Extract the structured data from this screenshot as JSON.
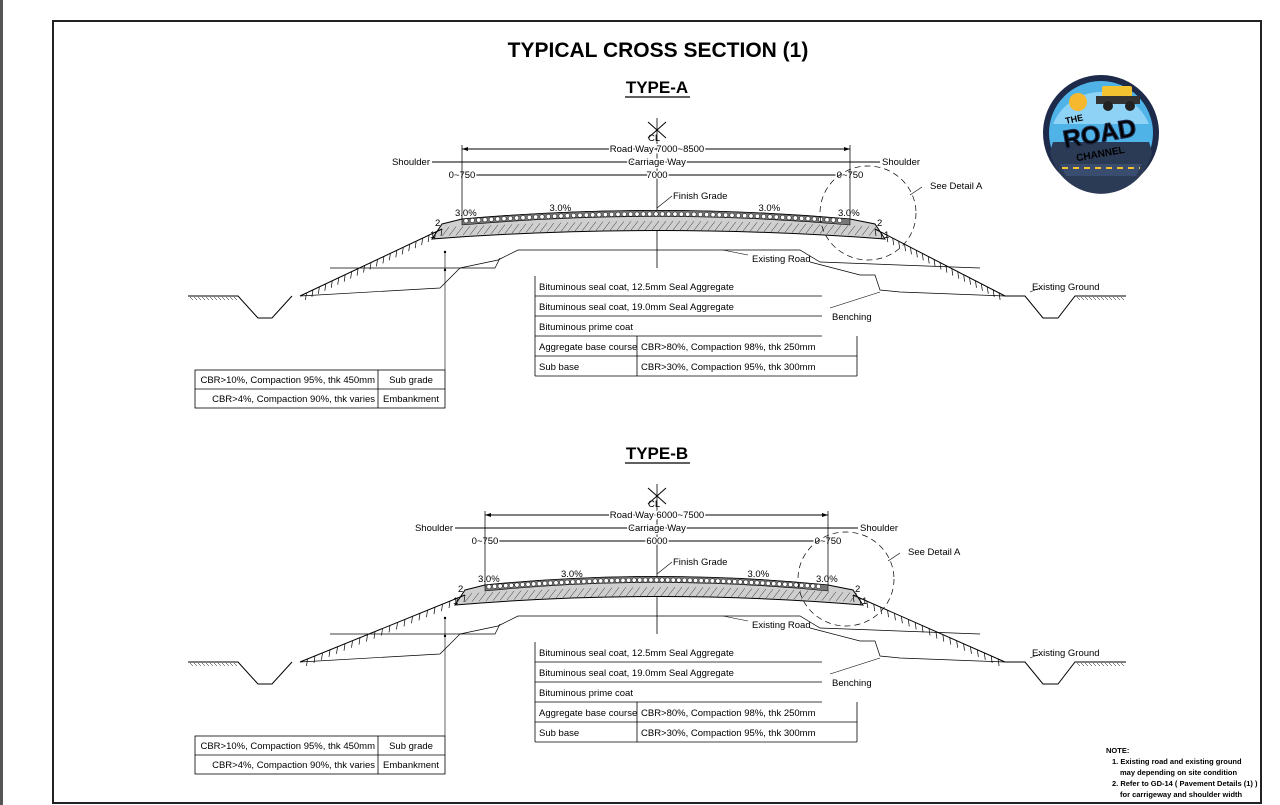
{
  "title": "TYPICAL CROSS SECTION (1)",
  "sections": [
    {
      "type_label": "TYPE-A",
      "roadway": "Road Way 7000~8500",
      "carriageway": "Carriage Way",
      "carriageway_width": "7000",
      "shoulder_left": "Shoulder",
      "shoulder_right": "Shoulder",
      "shoulder_width_left": "0~750",
      "shoulder_width_right": "0~750",
      "slope_left": "3.0%",
      "slope_mid_left": "3.0%",
      "slope_mid_right": "3.0%",
      "slope_right": "3.0%",
      "finish_grade": "Finish Grade",
      "see_detail": "See Detail A",
      "existing_road": "Existing Road",
      "existing_ground": "Existing Ground",
      "benching": "Benching",
      "batter_v": "1",
      "batter_h": "2",
      "pavement_layers": [
        {
          "name": "Bituminous seal coat, 12.5mm Seal Aggregate",
          "spec": ""
        },
        {
          "name": "Bituminous seal coat, 19.0mm Seal Aggregate",
          "spec": ""
        },
        {
          "name": "Bituminous prime coat",
          "spec": ""
        },
        {
          "name": "Aggregate base course",
          "spec": "CBR>80%, Compaction 98%, thk 250mm"
        },
        {
          "name": "Sub base",
          "spec": "CBR>30%, Compaction 95%, thk 300mm"
        }
      ],
      "earthwork_layers": [
        {
          "spec": "CBR>10%, Compaction 95%, thk 450mm",
          "name": "Sub grade"
        },
        {
          "spec": "CBR>4%, Compaction 90%, thk varies",
          "name": "Embankment"
        }
      ]
    },
    {
      "type_label": "TYPE-B",
      "roadway": "Road Way 6000~7500",
      "carriageway": "Carriage Way",
      "carriageway_width": "6000",
      "shoulder_left": "Shoulder",
      "shoulder_right": "Shoulder",
      "shoulder_width_left": "0~750",
      "shoulder_width_right": "0~750",
      "slope_left": "3.0%",
      "slope_mid_left": "3.0%",
      "slope_mid_right": "3.0%",
      "slope_right": "3.0%",
      "finish_grade": "Finish Grade",
      "see_detail": "See Detail A",
      "existing_road": "Existing Road",
      "existing_ground": "Existing Ground",
      "benching": "Benching",
      "batter_v": "1",
      "batter_h": "2",
      "pavement_layers": [
        {
          "name": "Bituminous seal coat, 12.5mm Seal Aggregate",
          "spec": ""
        },
        {
          "name": "Bituminous seal coat, 19.0mm Seal Aggregate",
          "spec": ""
        },
        {
          "name": "Bituminous prime coat",
          "spec": ""
        },
        {
          "name": "Aggregate base course",
          "spec": "CBR>80%, Compaction 98%, thk 250mm"
        },
        {
          "name": "Sub base",
          "spec": "CBR>30%, Compaction 95%, thk 300mm"
        }
      ],
      "earthwork_layers": [
        {
          "spec": "CBR>10%, Compaction 95%, thk 450mm",
          "name": "Sub grade"
        },
        {
          "spec": "CBR>4%, Compaction 90%, thk varies",
          "name": "Embankment"
        }
      ]
    }
  ],
  "centerline": "CL",
  "note": {
    "heading": "NOTE:",
    "items": [
      "1. Existing road and existing ground",
      "may depending on site condition",
      "2. Refer to GD-14 ( Pavement Details (1) )",
      "for carrigeway and shoulder width"
    ]
  },
  "logo": {
    "the": "THE",
    "road": "ROAD",
    "channel": "CHANNEL",
    "colors": {
      "ring": "#1d2a4a",
      "sky": "#4fb3e8",
      "sun": "#f5b82e",
      "road": "#2b3a55",
      "text": "#ffffff",
      "accent": "#f2c230"
    }
  }
}
